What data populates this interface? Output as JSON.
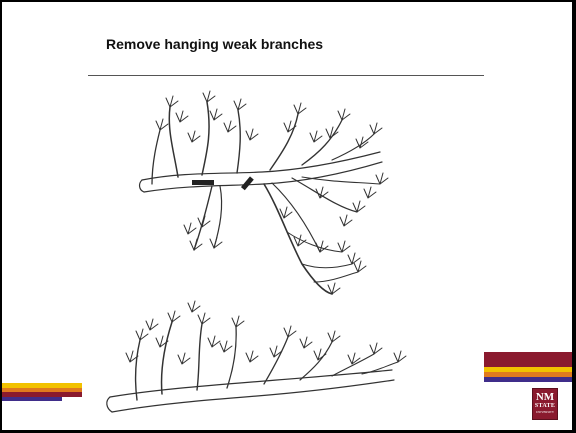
{
  "slide": {
    "title": "Remove hanging weak branches"
  },
  "logo": {
    "line1": "NM",
    "line2": "STATE",
    "line3": "UNIVERSITY"
  },
  "colors": {
    "background": "#ffffff",
    "frame": "#000000",
    "stripe_gold": "#f2c200",
    "stripe_orange": "#e07a1e",
    "stripe_crimson": "#8a1a2e",
    "stripe_purple": "#3f2d8a",
    "cut_mark": "#222222"
  },
  "decorative_icons": [
    "branch-before-pruning-drawing",
    "branch-after-pruning-drawing",
    "nmsu-logo-icon"
  ]
}
